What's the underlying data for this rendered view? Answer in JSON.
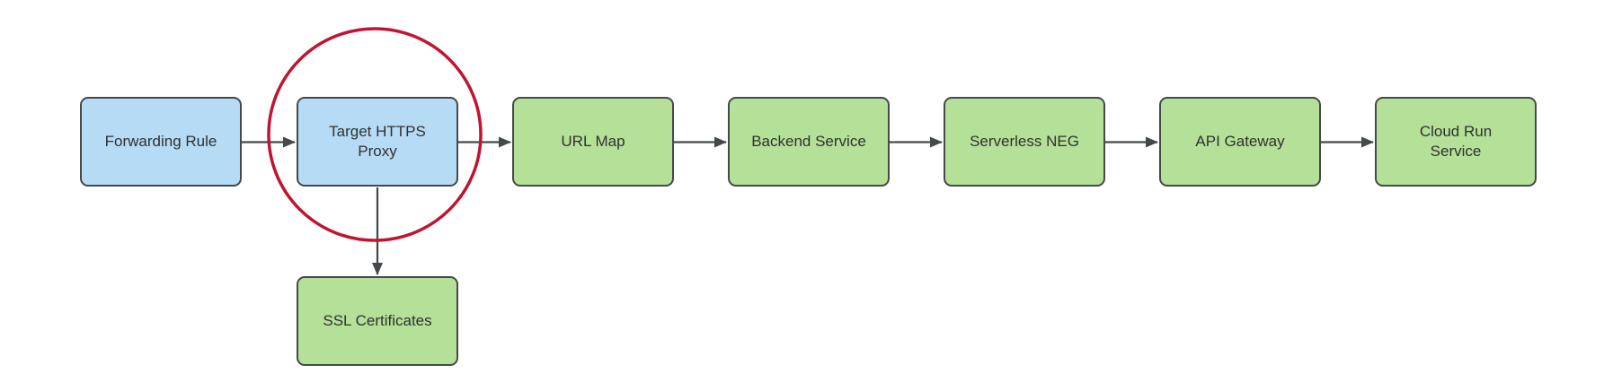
{
  "diagram": {
    "description": "Load balancer request flow diagram with highlighted Target HTTPS Proxy",
    "nodes": [
      {
        "id": "forwarding-rule",
        "label": "Forwarding Rule",
        "color": "blue",
        "highlighted": false
      },
      {
        "id": "target-https-proxy",
        "label": "Target HTTPS Proxy",
        "color": "blue",
        "highlighted": true
      },
      {
        "id": "url-map",
        "label": "URL Map",
        "color": "green",
        "highlighted": false
      },
      {
        "id": "backend-service",
        "label": "Backend Service",
        "color": "green",
        "highlighted": false
      },
      {
        "id": "serverless-neg",
        "label": "Serverless NEG",
        "color": "green",
        "highlighted": false
      },
      {
        "id": "api-gateway",
        "label": "API Gateway",
        "color": "green",
        "highlighted": false
      },
      {
        "id": "cloud-run-service",
        "label": "Cloud Run Service",
        "color": "green",
        "highlighted": false
      },
      {
        "id": "ssl-certificates",
        "label": "SSL Certificates",
        "color": "green",
        "highlighted": false
      }
    ],
    "edges": [
      {
        "from": "forwarding-rule",
        "to": "target-https-proxy"
      },
      {
        "from": "target-https-proxy",
        "to": "url-map"
      },
      {
        "from": "url-map",
        "to": "backend-service"
      },
      {
        "from": "backend-service",
        "to": "serverless-neg"
      },
      {
        "from": "serverless-neg",
        "to": "api-gateway"
      },
      {
        "from": "api-gateway",
        "to": "cloud-run-service"
      },
      {
        "from": "target-https-proxy",
        "to": "ssl-certificates"
      }
    ],
    "colors": {
      "blue_fill": "#b5dcf4",
      "green_fill": "#b4e197",
      "border": "#44494c",
      "arrow": "#44494c",
      "highlight_ring": "#c01431",
      "text": "#303030",
      "canvas_bg": "#ffffff"
    }
  }
}
